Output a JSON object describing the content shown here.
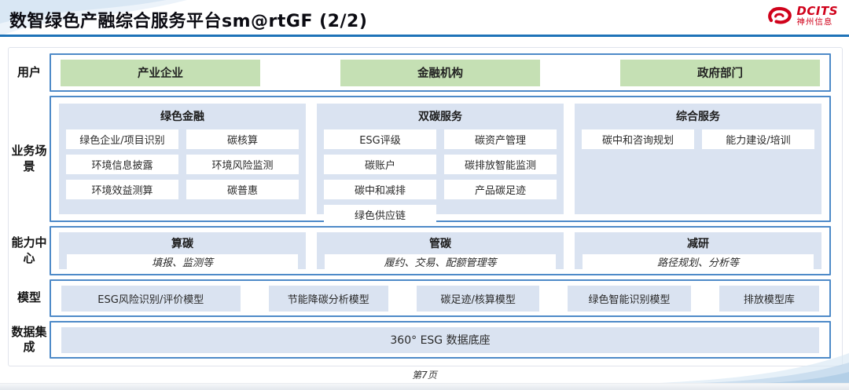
{
  "header": {
    "title": "数智绿色产融综合服务平台sm@rtGF (2/2)",
    "logo": {
      "brand": "DCITS",
      "company": "神州信息",
      "icon": "dcits-swirl-icon"
    }
  },
  "users": {
    "label": "用户",
    "items": [
      "产业企业",
      "金融机构",
      "政府部门"
    ]
  },
  "scenarios": {
    "label": "业务场景",
    "columns": [
      {
        "title": "绿色金融",
        "items": [
          "绿色企业/项目识别",
          "碳核算",
          "环境信息披露",
          "环境风险监测",
          "环境效益测算",
          "碳普惠"
        ]
      },
      {
        "title": "双碳服务",
        "items": [
          "ESG评级",
          "碳资产管理",
          "碳账户",
          "碳排放智能监测",
          "碳中和减排",
          "产品碳足迹",
          "绿色供应链"
        ]
      },
      {
        "title": "综合服务",
        "items": [
          "碳中和咨询规划",
          "能力建设/培训"
        ]
      }
    ]
  },
  "capabilities": {
    "label": "能力中心",
    "items": [
      {
        "title": "算碳",
        "desc": "填报、监测等"
      },
      {
        "title": "管碳",
        "desc": "履约、交易、配额管理等"
      },
      {
        "title": "减研",
        "desc": "路径规划、分析等"
      }
    ]
  },
  "models": {
    "label": "模型",
    "items": [
      "ESG风险识别/评价模型",
      "节能降碳分析模型",
      "碳足迹/核算模型",
      "绿色智能识别模型",
      "排放模型库"
    ]
  },
  "data_integration": {
    "label": "数据集成",
    "item": "360° ESG 数据底座"
  },
  "footer": {
    "page": "第7页"
  },
  "colors": {
    "accent_blue": "#4e8ac8",
    "panel_blue": "#dae3f1",
    "user_green": "#c5e0b4",
    "brand_red": "#d0021b",
    "title_underline": "#1e73b8"
  }
}
